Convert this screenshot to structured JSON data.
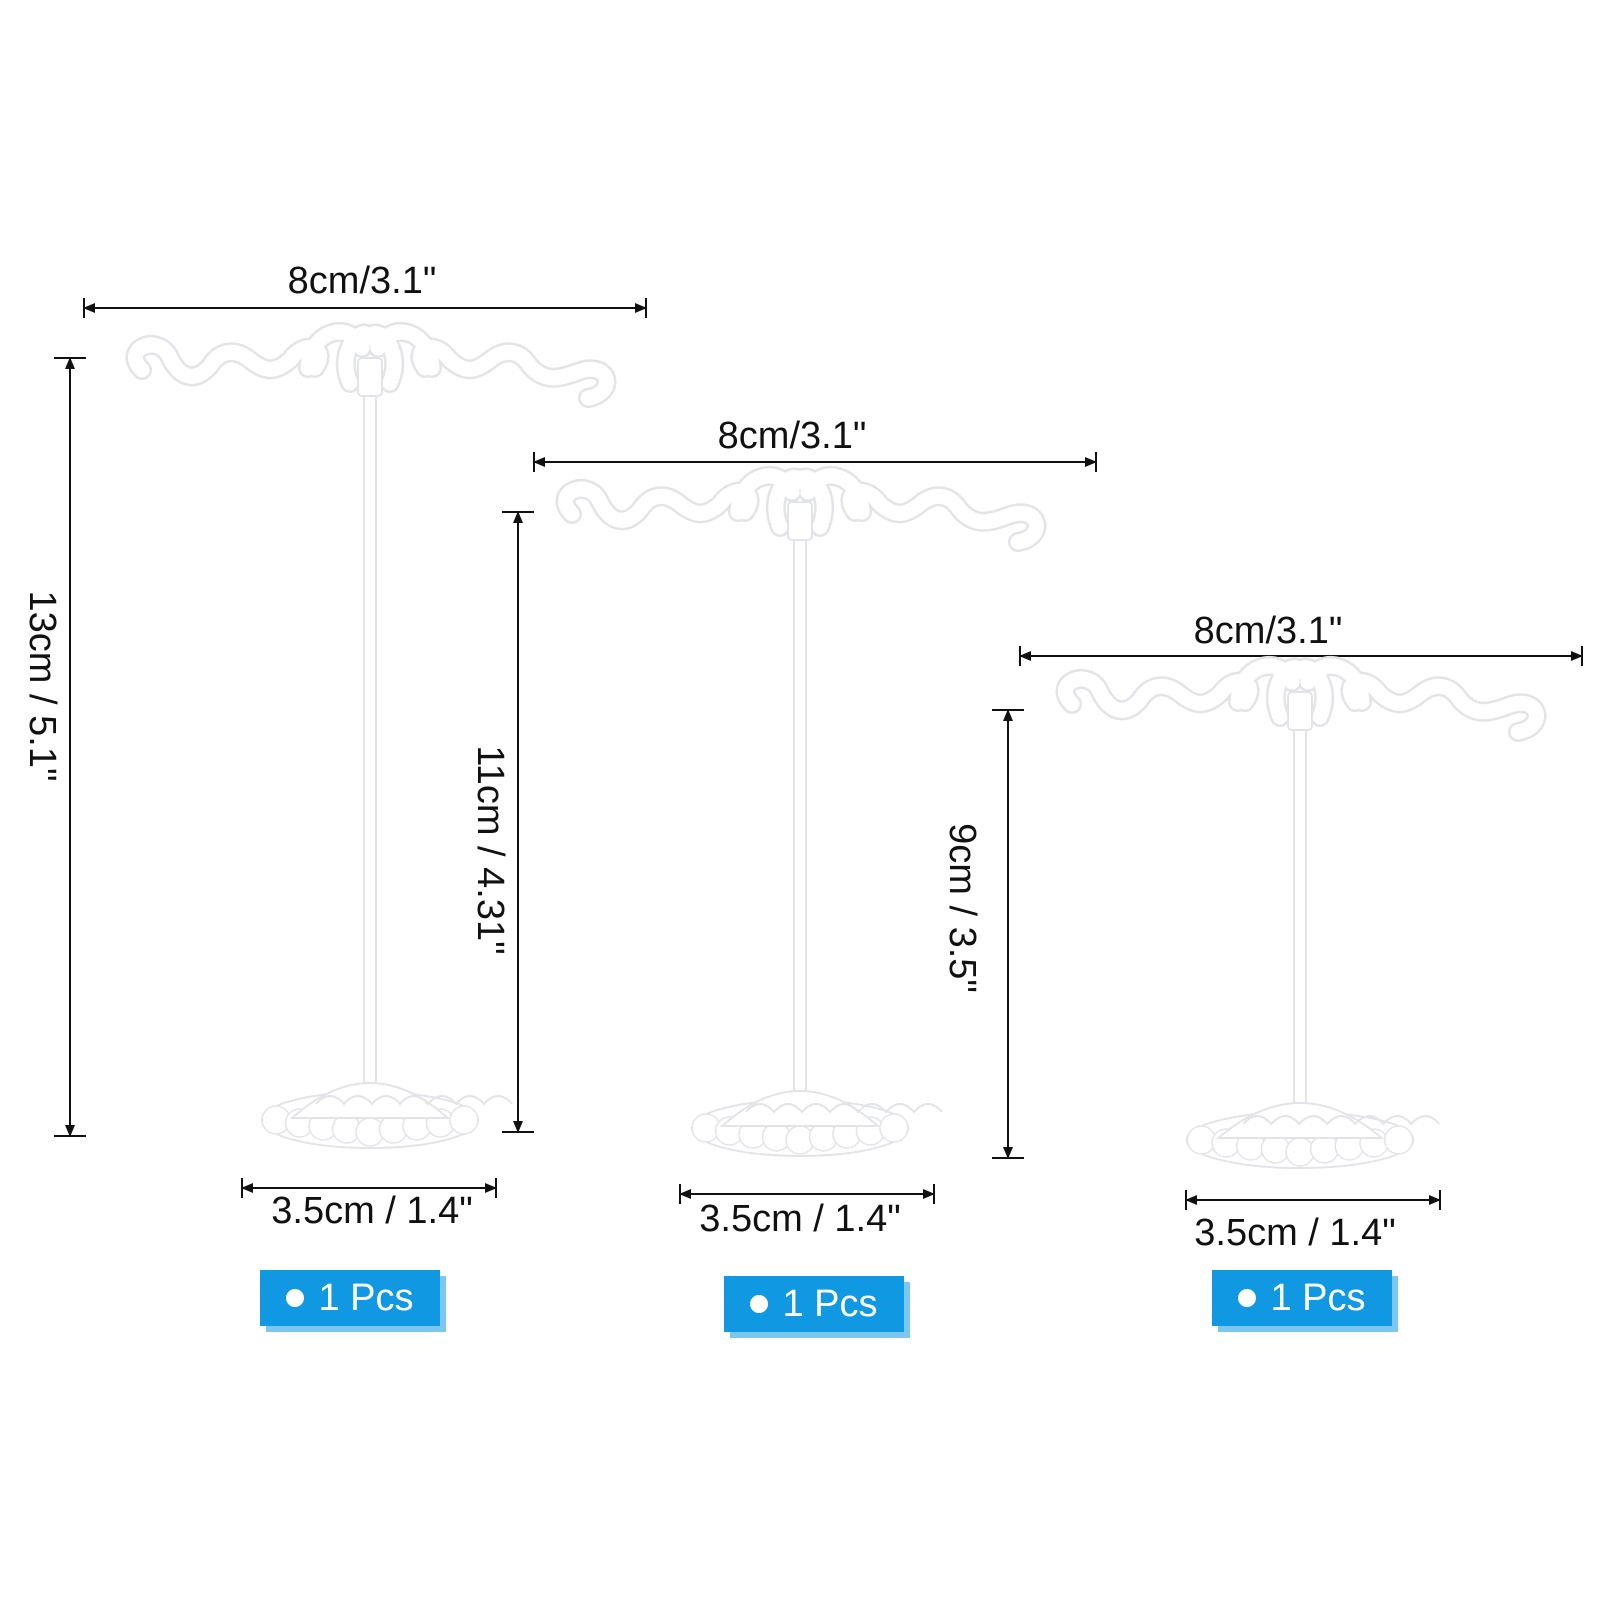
{
  "colors": {
    "badge_fill": "#1098e2",
    "badge_shadow": "#7cc7f0",
    "dimension_line": "#111111",
    "stand": "#ffffff",
    "stand_outline": "#e2e4e8"
  },
  "stands": [
    {
      "width_label": "8cm/3.1\"",
      "height_label": "13cm / 5.1\"",
      "base_label": "3.5cm / 1.4\"",
      "quantity_label": "1 Pcs"
    },
    {
      "width_label": "8cm/3.1\"",
      "height_label": "11cm / 4.31\"",
      "base_label": "3.5cm / 1.4\"",
      "quantity_label": "1 Pcs"
    },
    {
      "width_label": "8cm/3.1\"",
      "height_label": "9cm / 3.5\"",
      "base_label": "3.5cm / 1.4\"",
      "quantity_label": "1 Pcs"
    }
  ]
}
